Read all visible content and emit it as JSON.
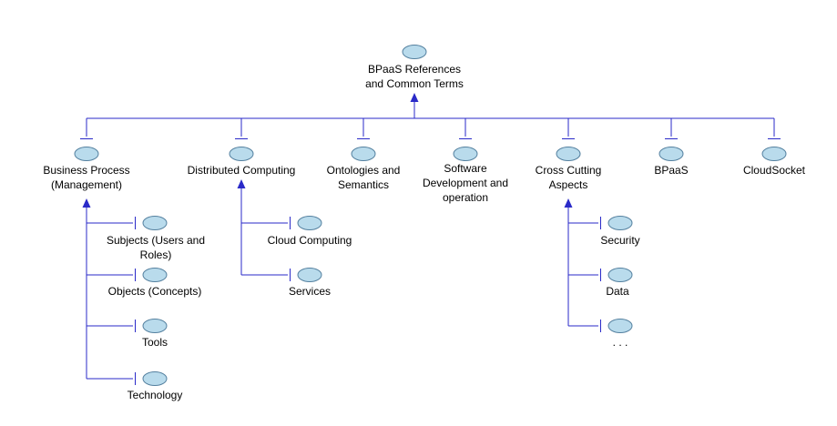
{
  "colors": {
    "line": "#2a2ac8",
    "ellipse_fill": "#b9dbec",
    "ellipse_stroke": "#54809f",
    "text": "#000000"
  },
  "tree": {
    "root": {
      "label": "BPaaS References\nand Common Terms"
    },
    "children": [
      {
        "label": "Business Process\n(Management)",
        "children": [
          {
            "label": "Subjects (Users and\nRoles)"
          },
          {
            "label": "Objects (Concepts)"
          },
          {
            "label": "Tools"
          },
          {
            "label": "Technology"
          }
        ]
      },
      {
        "label": "Distributed Computing",
        "children": [
          {
            "label": "Cloud Computing"
          },
          {
            "label": "Services"
          }
        ]
      },
      {
        "label": "Ontologies and\nSemantics",
        "children": []
      },
      {
        "label": "Software\nDevelopment and\noperation",
        "children": []
      },
      {
        "label": "Cross Cutting\nAspects",
        "children": [
          {
            "label": "Security"
          },
          {
            "label": "Data"
          },
          {
            "label": ". . ."
          }
        ]
      },
      {
        "label": "BPaaS",
        "children": []
      },
      {
        "label": "CloudSocket",
        "children": []
      }
    ]
  }
}
